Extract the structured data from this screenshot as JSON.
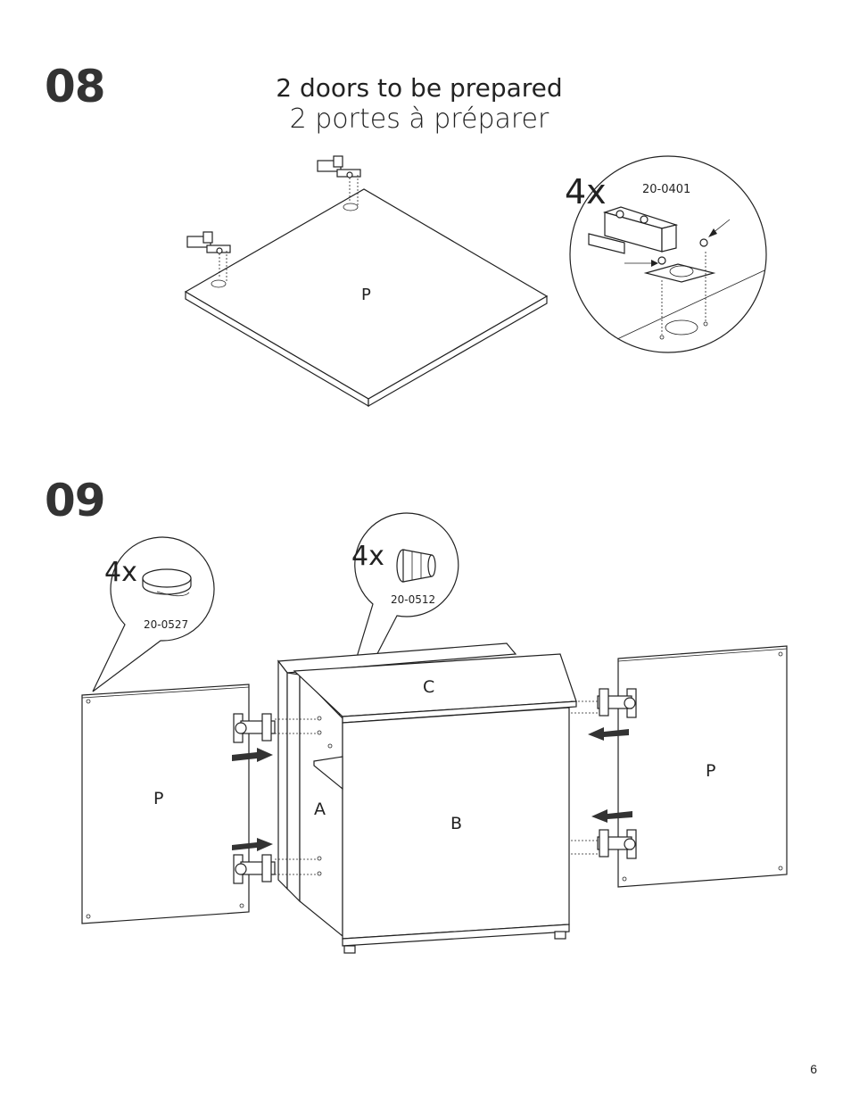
{
  "step08": {
    "number": "08",
    "title_en": "2 doors to be prepared",
    "title_fr": "2 portes à préparer",
    "panel_label": "P",
    "callout": {
      "quantity": "4x",
      "part_code": "20-0401",
      "icon": "hinge-icon"
    }
  },
  "step09": {
    "number": "09",
    "callout_bumper": {
      "quantity": "4x",
      "part_code": "20-0527",
      "icon": "bumper-pad-icon"
    },
    "callout_pin": {
      "quantity": "4x",
      "part_code": "20-0512",
      "icon": "shelf-pin-icon"
    },
    "labels": {
      "door_left": "P",
      "door_right": "P",
      "side": "A",
      "body": "B",
      "top": "C"
    }
  },
  "page_number": "6"
}
